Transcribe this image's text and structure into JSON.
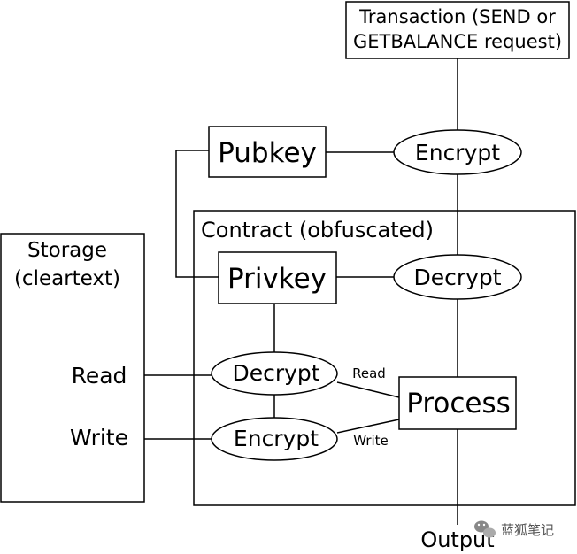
{
  "nodes": {
    "transaction": {
      "line1": "Transaction (SEND or",
      "line2": "GETBALANCE request)"
    },
    "pubkey": "Pubkey",
    "encrypt_top": "Encrypt",
    "contract": "Contract (obfuscated)",
    "privkey": "Privkey",
    "decrypt_mid": "Decrypt",
    "storage": {
      "line1": "Storage",
      "line2": "(cleartext)"
    },
    "read_port": "Read",
    "write_port": "Write",
    "decrypt_storage": "Decrypt",
    "encrypt_storage": "Encrypt",
    "process": "Process",
    "output": "Output"
  },
  "edge_labels": {
    "read": "Read",
    "write": "Write"
  },
  "watermark": "蓝狐笔记"
}
